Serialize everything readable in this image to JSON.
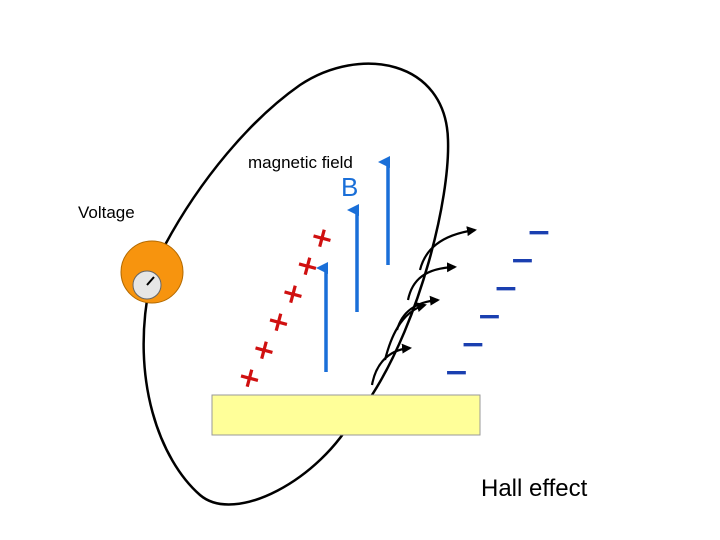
{
  "labels": {
    "magnetic_field": "magnetic field",
    "field_symbol": "B",
    "voltage": "Voltage",
    "title": "Hall effect"
  },
  "charges": {
    "positive_symbol": "+",
    "negative_symbol": "−",
    "positive_count": 6,
    "negative_count": 6
  },
  "colors": {
    "field_arrow": "#1a6fd8",
    "positive_charge": "#d01010",
    "negative_charge": "#1a3fb0",
    "voltmeter_outer": "#f7940e",
    "voltmeter_inner": "#e6e6e6",
    "conductor_fill": "#ffff99",
    "wire": "#000000"
  }
}
